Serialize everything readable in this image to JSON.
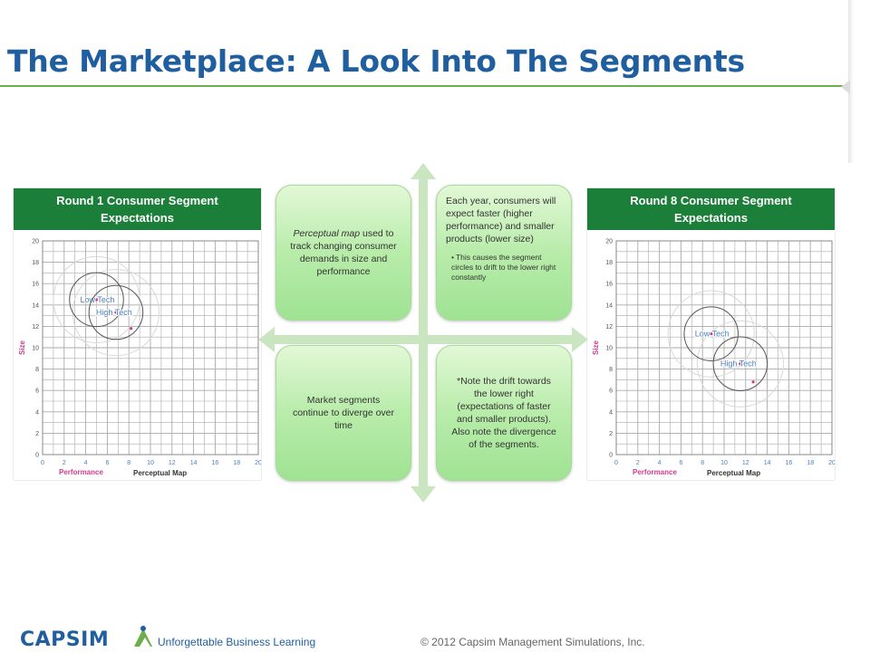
{
  "slide": {
    "title": "The Marketplace: A Look Into The Segments"
  },
  "left_panel": {
    "header": "Round 1 Consumer Segment Expectations"
  },
  "right_panel": {
    "header": "Round 8 Consumer Segment Expectations"
  },
  "center": {
    "top_left_italic": "Perceptual map",
    "top_left_rest": " used to track changing consumer demands in size and performance",
    "top_right_main": "Each year, consumers will expect faster (higher performance) and smaller products (lower size)",
    "top_right_bullet": "This causes the segment circles to drift  to the lower right constantly",
    "bottom_left": "Market segments continue to diverge over time",
    "bottom_right": "*Note the drift towards the lower right (expectations of faster and smaller products).  Also note the divergence of the segments."
  },
  "footer": {
    "logo": "CAPSIM",
    "tagline": "Unforgettable Business Learning",
    "copyright": "© 2012 Capsim Management Simulations, Inc."
  },
  "colors": {
    "title": "#1f5fa0",
    "rule": "#6cae4c",
    "panel_header": "#1b7f3a",
    "grid_line": "#aaaaaa",
    "segment_label": "#4a7fc1",
    "pink_dot": "#d23c8e"
  },
  "chart_data": [
    {
      "type": "scatter",
      "title": "Perceptual Map",
      "xlabel": "Performance",
      "ylabel": "Size",
      "xlim": [
        0,
        20
      ],
      "ylim": [
        0,
        20
      ],
      "x_ticks": [
        "0",
        "2",
        "4",
        "6",
        "8",
        "10",
        "12",
        "14",
        "16",
        "18",
        "20"
      ],
      "y_ticks": [
        "0",
        "2",
        "4",
        "6",
        "8",
        "10",
        "12",
        "14",
        "16",
        "18",
        "20"
      ],
      "grid": true,
      "segments": [
        {
          "name": "Low Tech",
          "x": 5.0,
          "y": 14.5,
          "radius": 2.5,
          "outer_radius": 4.0
        },
        {
          "name": "High Tech",
          "x": 6.8,
          "y": 13.3,
          "radius": 2.5,
          "outer_radius": 4.0
        }
      ],
      "ideal_points": [
        {
          "x": 8.2,
          "y": 11.8
        }
      ]
    },
    {
      "type": "scatter",
      "title": "Perceptual Map",
      "xlabel": "Performance",
      "ylabel": "Size",
      "xlim": [
        0,
        20
      ],
      "ylim": [
        0,
        20
      ],
      "x_ticks": [
        "0",
        "2",
        "4",
        "6",
        "8",
        "10",
        "12",
        "14",
        "16",
        "18",
        "20"
      ],
      "y_ticks": [
        "0",
        "2",
        "4",
        "6",
        "8",
        "10",
        "12",
        "14",
        "16",
        "18",
        "20"
      ],
      "grid": true,
      "segments": [
        {
          "name": "Low Tech",
          "x": 8.8,
          "y": 11.3,
          "radius": 2.5,
          "outer_radius": 4.0
        },
        {
          "name": "High Tech",
          "x": 11.5,
          "y": 8.5,
          "radius": 2.5,
          "outer_radius": 4.0
        }
      ],
      "ideal_points": [
        {
          "x": 12.7,
          "y": 6.8
        }
      ]
    }
  ]
}
